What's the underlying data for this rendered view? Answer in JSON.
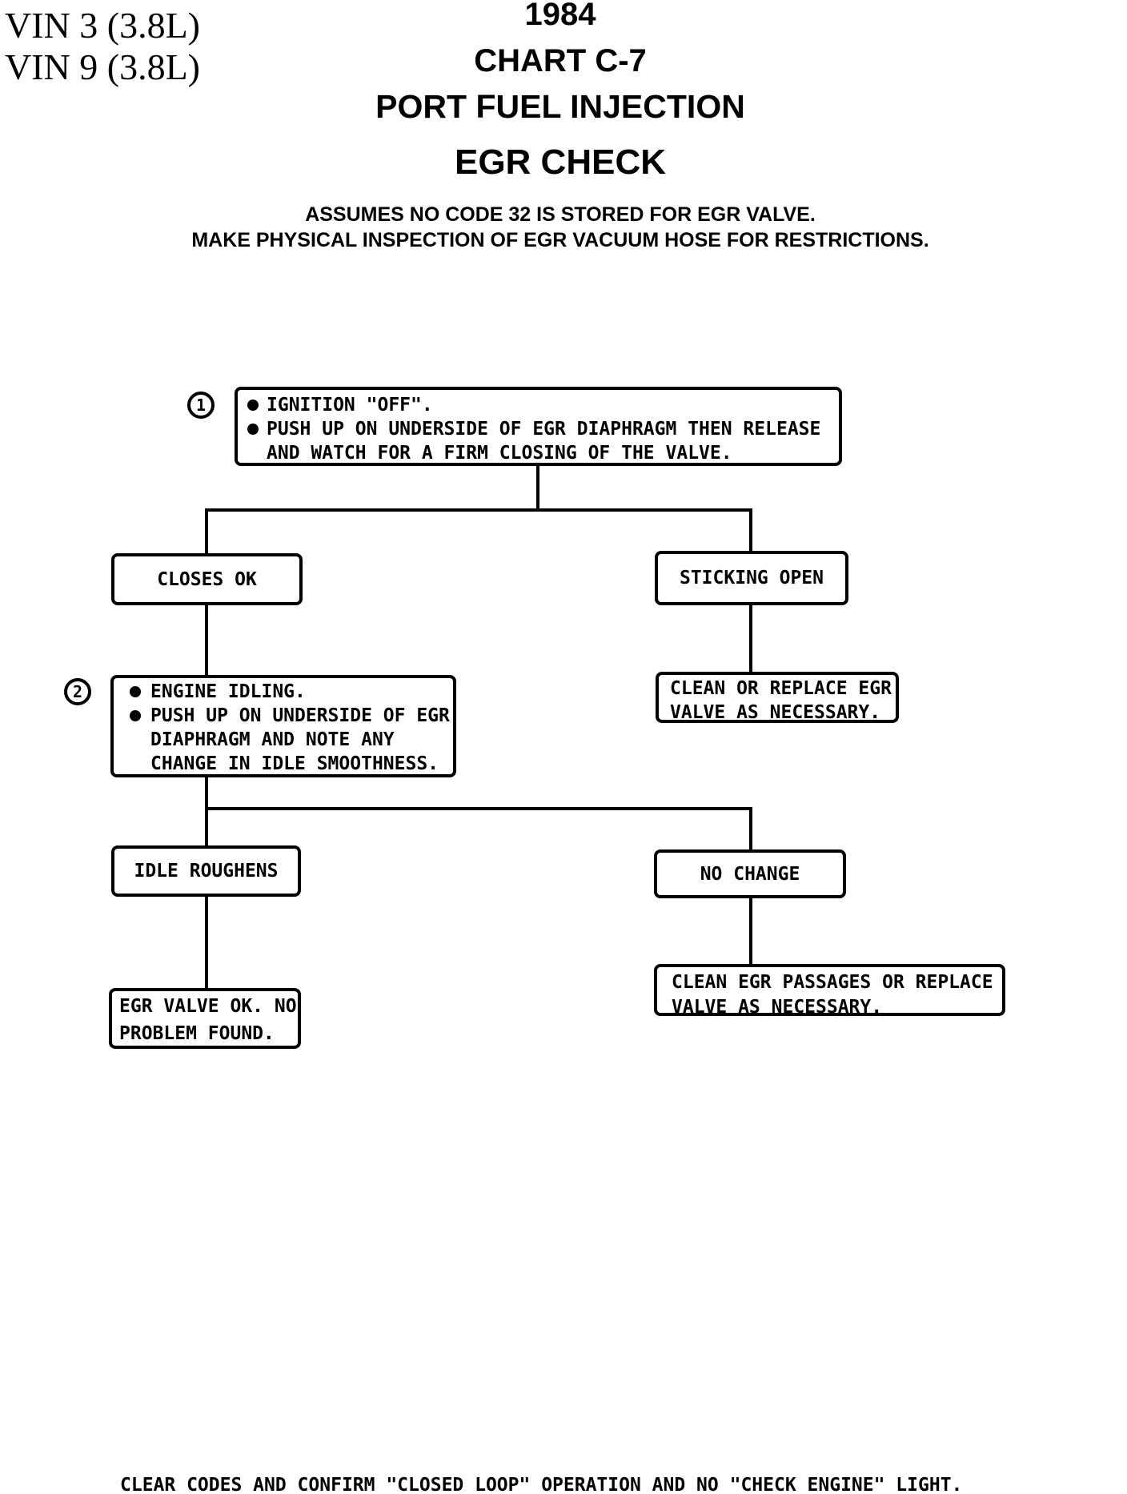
{
  "colors": {
    "ink": "#000000",
    "paper": "#ffffff"
  },
  "header": {
    "vin_line1": "VIN 3 (3.8L)",
    "vin_line2": "VIN 9 (3.8L)",
    "title_year": "1984",
    "title_chart": "CHART C-7",
    "title_system": "PORT FUEL INJECTION",
    "title_check": "EGR CHECK",
    "note_line1": "ASSUMES NO CODE 32 IS STORED FOR EGR VALVE.",
    "note_line2": "MAKE PHYSICAL INSPECTION OF EGR VACUUM HOSE FOR RESTRICTIONS."
  },
  "flowchart": {
    "step1": {
      "number": "1",
      "bullet1": "IGNITION \"OFF\".",
      "bullet2_line1": "PUSH UP ON UNDERSIDE OF EGR DIAPHRAGM THEN RELEASE",
      "bullet2_line2": "AND WATCH FOR A FIRM CLOSING OF THE VALVE."
    },
    "closes_ok": "CLOSES OK",
    "sticking_open": "STICKING OPEN",
    "step2": {
      "number": "2",
      "bullet1": "ENGINE IDLING.",
      "bullet2_line1": "PUSH UP ON UNDERSIDE OF EGR",
      "bullet2_line2": "DIAPHRAGM AND NOTE ANY",
      "bullet2_line3": "CHANGE IN IDLE SMOOTHNESS."
    },
    "clean_replace": {
      "line1": "CLEAN OR REPLACE EGR",
      "line2": "VALVE AS NECESSARY."
    },
    "idle_roughens": "IDLE ROUGHENS",
    "no_change": "NO CHANGE",
    "egr_ok": {
      "line1": "EGR VALVE OK. NO",
      "line2": "PROBLEM FOUND."
    },
    "clean_passages": {
      "line1": "CLEAN EGR PASSAGES OR REPLACE",
      "line2": "VALVE AS NECESSARY."
    }
  },
  "footer": "CLEAR CODES AND CONFIRM \"CLOSED LOOP\" OPERATION AND NO \"CHECK ENGINE\" LIGHT."
}
